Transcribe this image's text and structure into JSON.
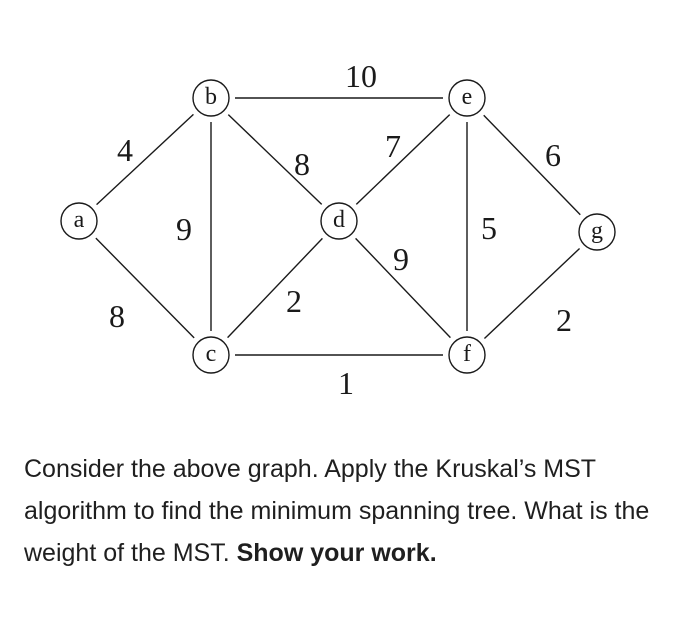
{
  "graph": {
    "nodes": [
      {
        "id": "a",
        "label": "a"
      },
      {
        "id": "b",
        "label": "b"
      },
      {
        "id": "c",
        "label": "c"
      },
      {
        "id": "d",
        "label": "d"
      },
      {
        "id": "e",
        "label": "e"
      },
      {
        "id": "f",
        "label": "f"
      },
      {
        "id": "g",
        "label": "g"
      }
    ],
    "edges": [
      {
        "from": "a",
        "to": "b",
        "weight": "4"
      },
      {
        "from": "a",
        "to": "c",
        "weight": "8"
      },
      {
        "from": "b",
        "to": "c",
        "weight": "9"
      },
      {
        "from": "b",
        "to": "d",
        "weight": "8"
      },
      {
        "from": "b",
        "to": "e",
        "weight": "10"
      },
      {
        "from": "c",
        "to": "d",
        "weight": "2"
      },
      {
        "from": "c",
        "to": "f",
        "weight": "1"
      },
      {
        "from": "d",
        "to": "e",
        "weight": "7"
      },
      {
        "from": "d",
        "to": "f",
        "weight": "9"
      },
      {
        "from": "e",
        "to": "f",
        "weight": "5"
      },
      {
        "from": "e",
        "to": "g",
        "weight": "6"
      },
      {
        "from": "f",
        "to": "g",
        "weight": "2"
      }
    ]
  },
  "question": {
    "text": "Consider the above graph. Apply the Kruskal’s MST algorithm to find the minimum spanning tree. What is the weight of the MST. ",
    "emphasis": "Show your work."
  }
}
